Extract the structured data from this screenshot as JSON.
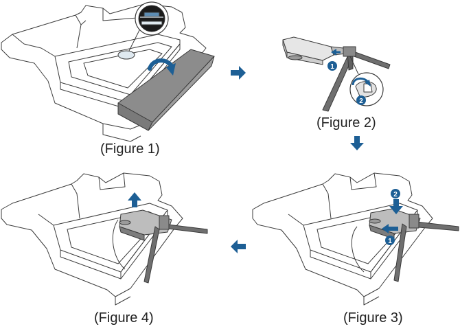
{
  "figures": [
    {
      "id": 1,
      "caption": "(Figure 1)"
    },
    {
      "id": 2,
      "caption": "(Figure 2)"
    },
    {
      "id": 3,
      "caption": "(Figure 3)"
    },
    {
      "id": 4,
      "caption": "(Figure 4)"
    }
  ],
  "step_badges": {
    "one": "1",
    "two": "2"
  },
  "colors": {
    "arrow_blue": "#1d5f95",
    "line": "#3a3a3a",
    "panel_gray": "#8c8c8c",
    "stand_gray": "#6f6f6f"
  },
  "icons": [
    "arrow-right-icon",
    "arrow-down-icon",
    "arrow-left-icon",
    "arrow-up-icon",
    "rotate-arrow-icon"
  ]
}
